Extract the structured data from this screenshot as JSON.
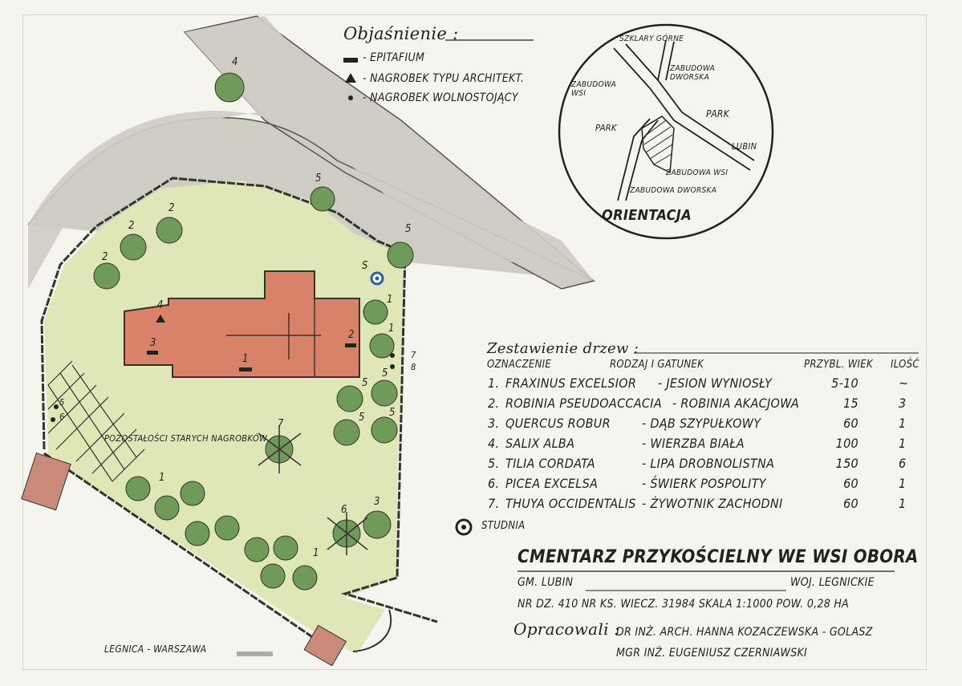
{
  "legend": {
    "title": "Objaśnienie :",
    "items": [
      {
        "icon": "epitaph-bar-icon",
        "label": "- EPITAFIUM"
      },
      {
        "icon": "architectural-tomb-triangle-icon",
        "label": "- NAGROBEK TYPU ARCHITEKT."
      },
      {
        "icon": "freestanding-tomb-dot-icon",
        "label": "- NAGROBEK WOLNOSTOJĄCY"
      }
    ]
  },
  "orientation_inset": {
    "title": "ORIENTACJA",
    "labels": {
      "szklary_gorne": "SZKLARY GÓRNE",
      "zabudowa_dworska_top": "ZABUDOWA DWORSKA",
      "zabudowa_wsi_left": "ZABUDOWA WSI",
      "park_right": "PARK",
      "park_left": "PARK",
      "lubin": "LUBIN",
      "zabudowa_wsi_bottom": "ZABUDOWA WSI",
      "zabudowa_dworska_bottom": "ZABUDOWA DWORSKA"
    }
  },
  "tree_table": {
    "title": "Zestawienie drzew :",
    "headers": {
      "code": "OZNACZENIE",
      "species": "RODZAJ I GATUNEK",
      "age": "PRZYBL. WIEK",
      "count": "ILOŚĆ"
    },
    "rows": [
      {
        "code": "1.",
        "latin": "FRAXINUS EXCELSIOR",
        "polish": "- JESION WYNIOSŁY",
        "age": "5-10",
        "count": "~"
      },
      {
        "code": "2.",
        "latin": "ROBINIA PSEUDOACCACIA",
        "polish": "- ROBINIA AKACJOWA",
        "age": "15",
        "count": "3"
      },
      {
        "code": "3.",
        "latin": "QUERCUS ROBUR",
        "polish": "- DĄB SZYPUŁKOWY",
        "age": "60",
        "count": "1"
      },
      {
        "code": "4.",
        "latin": "SALIX ALBA",
        "polish": "- WIERZBA BIAŁA",
        "age": "100",
        "count": "1"
      },
      {
        "code": "5.",
        "latin": "TILIA CORDATA",
        "polish": "- LIPA DROBNOLISTNA",
        "age": "150",
        "count": "6"
      },
      {
        "code": "6.",
        "latin": "PICEA EXCELSA",
        "polish": "- ŚWIERK POSPOLITY",
        "age": "60",
        "count": "1"
      },
      {
        "code": "7.",
        "latin": "THUYA OCCIDENTALIS",
        "polish": "- ŻYWOTNIK ZACHODNI",
        "age": "60",
        "count": "1"
      }
    ]
  },
  "well_legend": {
    "label": "STUDNIA"
  },
  "title_block": {
    "title": "CMENTARZ PRZYKOŚCIELNY WE WSI OBORA",
    "gmina": "GM. LUBIN",
    "wojewodztwo": "WOJ. LEGNICKIE",
    "details": "NR DZ. 410  NR KS. WIECZ. 31984  SKALA 1:1000  POW. 0,28 ha",
    "authors_label": "Opracowali :",
    "author_1": "DR INŻ. ARCH. HANNA KOZACZEWSKA - GOLASZ",
    "author_2": "MGR INŻ. EUGENIUSZ CZERNIAWSKI"
  },
  "map_labels": {
    "road": "LEGNICA - WARSZAWA",
    "ruins": "POZOSTAŁOŚCI STARYCH NAGROBKÓW",
    "well_marker": "S",
    "tomb_numbers": [
      "1",
      "2",
      "3",
      "4"
    ],
    "tree_numbers": {
      "willow": "4",
      "robinia": "2",
      "lindens": "5",
      "ashes": "1",
      "oak": "3",
      "spruce": "6",
      "thuja": "7",
      "grave_markers": [
        "5",
        "6",
        "7",
        "8"
      ]
    }
  },
  "colors": {
    "road": "#cfccc4",
    "grass": "#dfe7b6",
    "church": "#d9826a",
    "tree": "#6f9a5a",
    "gate": "#c98a7a",
    "ink": "#222222"
  }
}
